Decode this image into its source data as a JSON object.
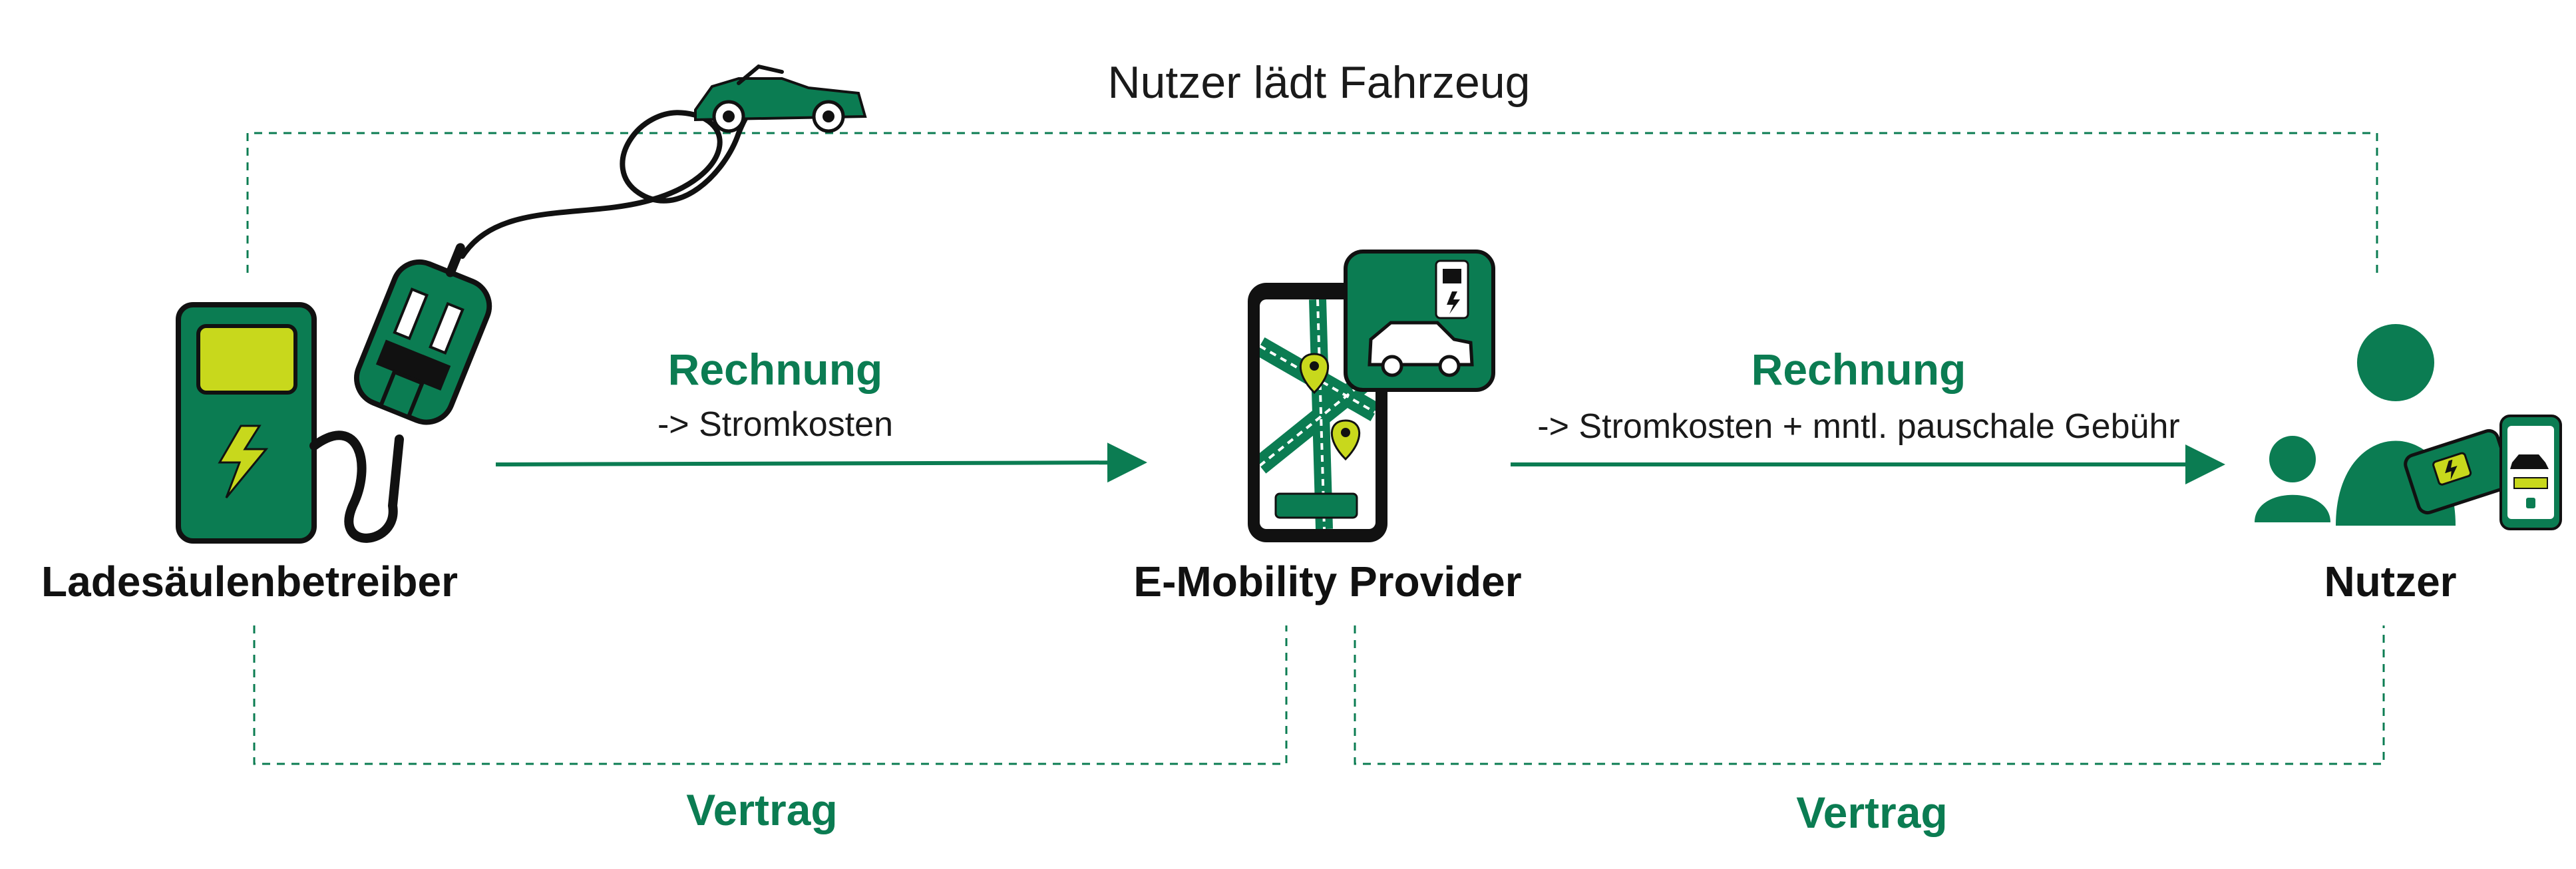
{
  "top_flow": {
    "label": "Nutzer lädt Fahrzeug"
  },
  "nodes": {
    "operator": {
      "label": "Ladesäulenbetreiber"
    },
    "provider": {
      "label": "E-Mobility Provider"
    },
    "user": {
      "label": "Nutzer"
    }
  },
  "invoices": [
    {
      "title": "Rechnung",
      "detail": "-> Stromkosten"
    },
    {
      "title": "Rechnung",
      "detail": "-> Stromkosten + mntl. pauschale Gebühr"
    }
  ],
  "contracts": [
    {
      "label": "Vertrag"
    },
    {
      "label": "Vertrag"
    }
  ],
  "icons": {
    "operator": "charging-station-icon",
    "plug": "plug-icon",
    "car": "car-icon",
    "provider": "smartphone-map-icon",
    "user": "user-group-icon"
  },
  "colors": {
    "brand_green": "#0b7c52",
    "accent_lime": "#c8d81c",
    "dashed_line": "#0b7c52",
    "text": "#111111"
  }
}
